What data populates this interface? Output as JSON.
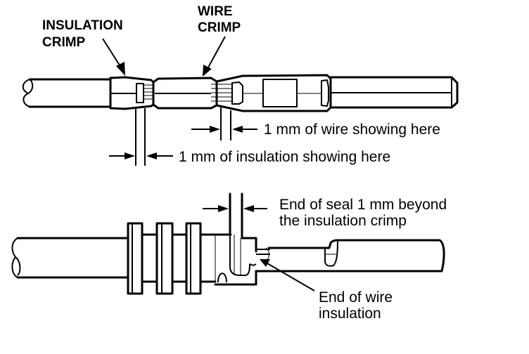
{
  "figure": {
    "colors": {
      "ink": "#000000",
      "background": "#ffffff"
    },
    "top_view": {
      "callouts": {
        "insulation_crimp": [
          "INSULATION",
          "CRIMP"
        ],
        "wire_crimp": [
          "WIRE",
          "CRIMP"
        ]
      },
      "dimensions": {
        "wire_showing": "1 mm of wire showing here",
        "insulation_showing": "1 mm of insulation showing here"
      }
    },
    "bottom_view": {
      "dimensions": {
        "seal_end": [
          "End of seal 1 mm beyond",
          "the insulation crimp"
        ]
      },
      "callouts": {
        "wire_insulation_end": [
          "End of wire",
          "insulation"
        ]
      }
    }
  }
}
